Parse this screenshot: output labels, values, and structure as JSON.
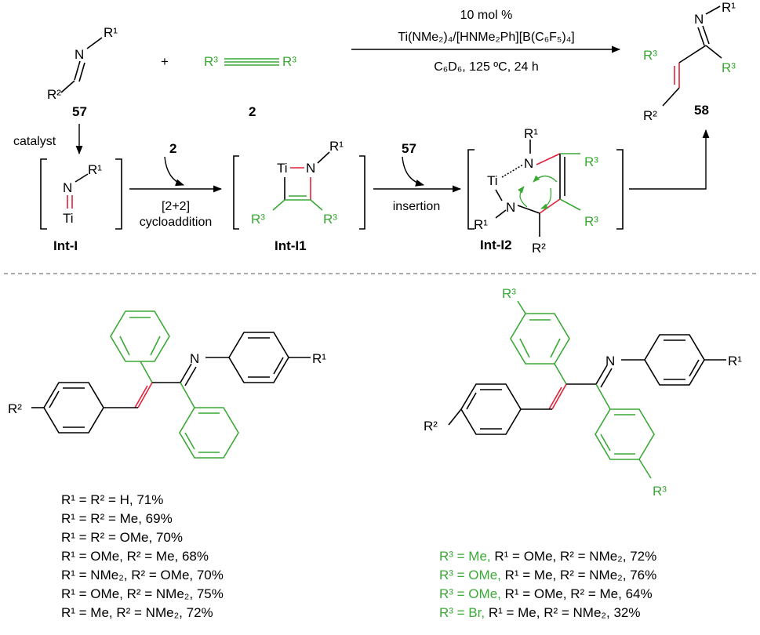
{
  "colors": {
    "green": "#3aa935",
    "red": "#e0213a",
    "black": "#000000"
  },
  "top_scheme": {
    "imine_compound": "57",
    "alkyne_compound": "2",
    "plus": "+",
    "product_compound": "58",
    "conditions_line1": "10 mol %",
    "conditions_line2": "Ti(NMe₂)₄/[HNMe₂Ph][B(C₆F₅)₄]",
    "conditions_line3": "C₆D₆, 125 ºC, 24 h",
    "catalyst_label": "catalyst",
    "cycloaddition_top": "[2+2]",
    "cycloaddition_bottom": "cycloaddition",
    "insertion_label": "insertion",
    "reagent_2": "2",
    "reagent_57": "57",
    "int_labels": [
      "Int-I",
      "Int-I1",
      "Int-I2"
    ]
  },
  "atoms": {
    "N": "N",
    "Ti": "Ti",
    "R1": "R¹",
    "R2": "R²",
    "R3": "R³"
  },
  "left_series": [
    "R¹ = R² = H, 71%",
    "R¹ = R² = Me, 69%",
    "R¹ = R² = OMe, 70%",
    "R¹ = OMe,  R² = Me, 68%",
    "R¹ = NMe₂,  R² = OMe, 70%",
    "R¹ = OMe,  R² = NMe₂, 75%",
    "R¹ = Me,  R² = NMe₂, 72%"
  ],
  "right_series": [
    {
      "r3": "R³ = Me,",
      "rest": " R¹ = OMe,  R² = NMe₂, 72%"
    },
    {
      "r3": "R³ = OMe,",
      "rest": " R¹ = Me,  R² = NMe₂, 76%"
    },
    {
      "r3": "R³ = OMe,",
      "rest": " R¹ = OMe,  R² = Me, 64%"
    },
    {
      "r3": "R³ = Br,",
      "rest": " R¹ = Me,  R² = NMe₂, 32%"
    }
  ]
}
